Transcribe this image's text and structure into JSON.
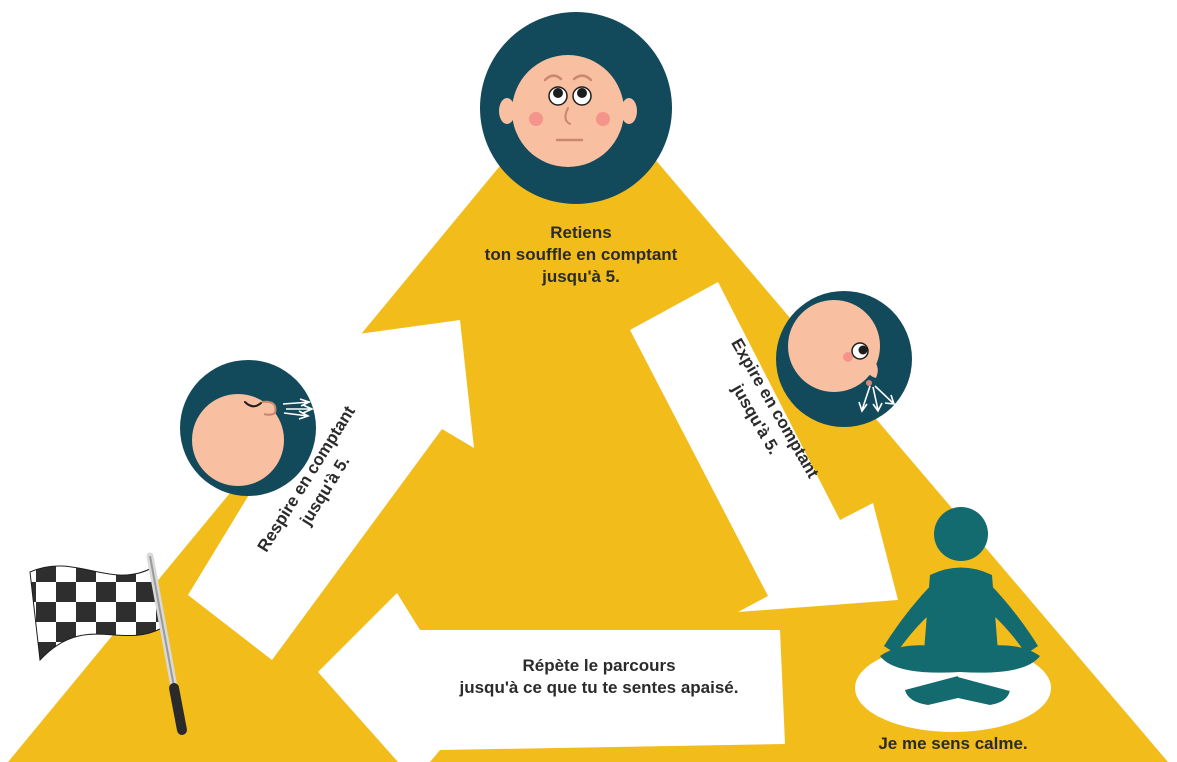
{
  "colors": {
    "triangle": "#f2bc1b",
    "circle": "#134a5b",
    "skin": "#f8c0a1",
    "cheek": "#f4948b",
    "figure": "#146b6f",
    "arrow": "#ffffff",
    "text": "#2b2b2b"
  },
  "steps": {
    "hold": {
      "line1": "Retiens",
      "line2": "ton souffle en comptant",
      "line3": "jusqu'à 5."
    },
    "inhale": {
      "line1": "Respire en comptant",
      "line2": "jusqu'à 5."
    },
    "exhale": {
      "line1": "Expire en comptant",
      "line2": "jusqu'à 5."
    },
    "repeat": {
      "line1": "Répète le parcours",
      "line2": "jusqu'à ce que tu te sentes apaisé."
    },
    "calm": {
      "label": "Je me sens calme."
    }
  },
  "icons": {
    "start": "checkered-flag-icon",
    "hold": "face-holding-breath-icon",
    "inhale": "face-inhaling-icon",
    "exhale": "face-exhaling-icon",
    "calm": "meditating-person-icon"
  }
}
